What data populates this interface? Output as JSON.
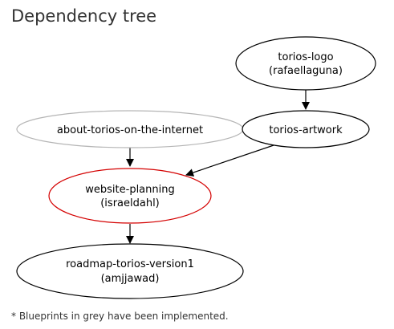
{
  "header": {
    "title": "Dependency tree"
  },
  "colors": {
    "edge": "#000000",
    "node_default": "#000000",
    "node_implemented": "#b5b5b5",
    "node_highlight": "#d40000"
  },
  "graph": {
    "nodes": {
      "torios_logo": {
        "line1": "torios-logo",
        "line2": "(rafaellaguna)"
      },
      "about_torios": {
        "line1": "about-torios-on-the-internet"
      },
      "torios_artwork": {
        "line1": "torios-artwork"
      },
      "website_planning": {
        "line1": "website-planning",
        "line2": "(israeldahl)"
      },
      "roadmap": {
        "line1": "roadmap-torios-version1",
        "line2": "(amjjawad)"
      }
    }
  },
  "footer": {
    "note": "* Blueprints in grey have been implemented."
  }
}
